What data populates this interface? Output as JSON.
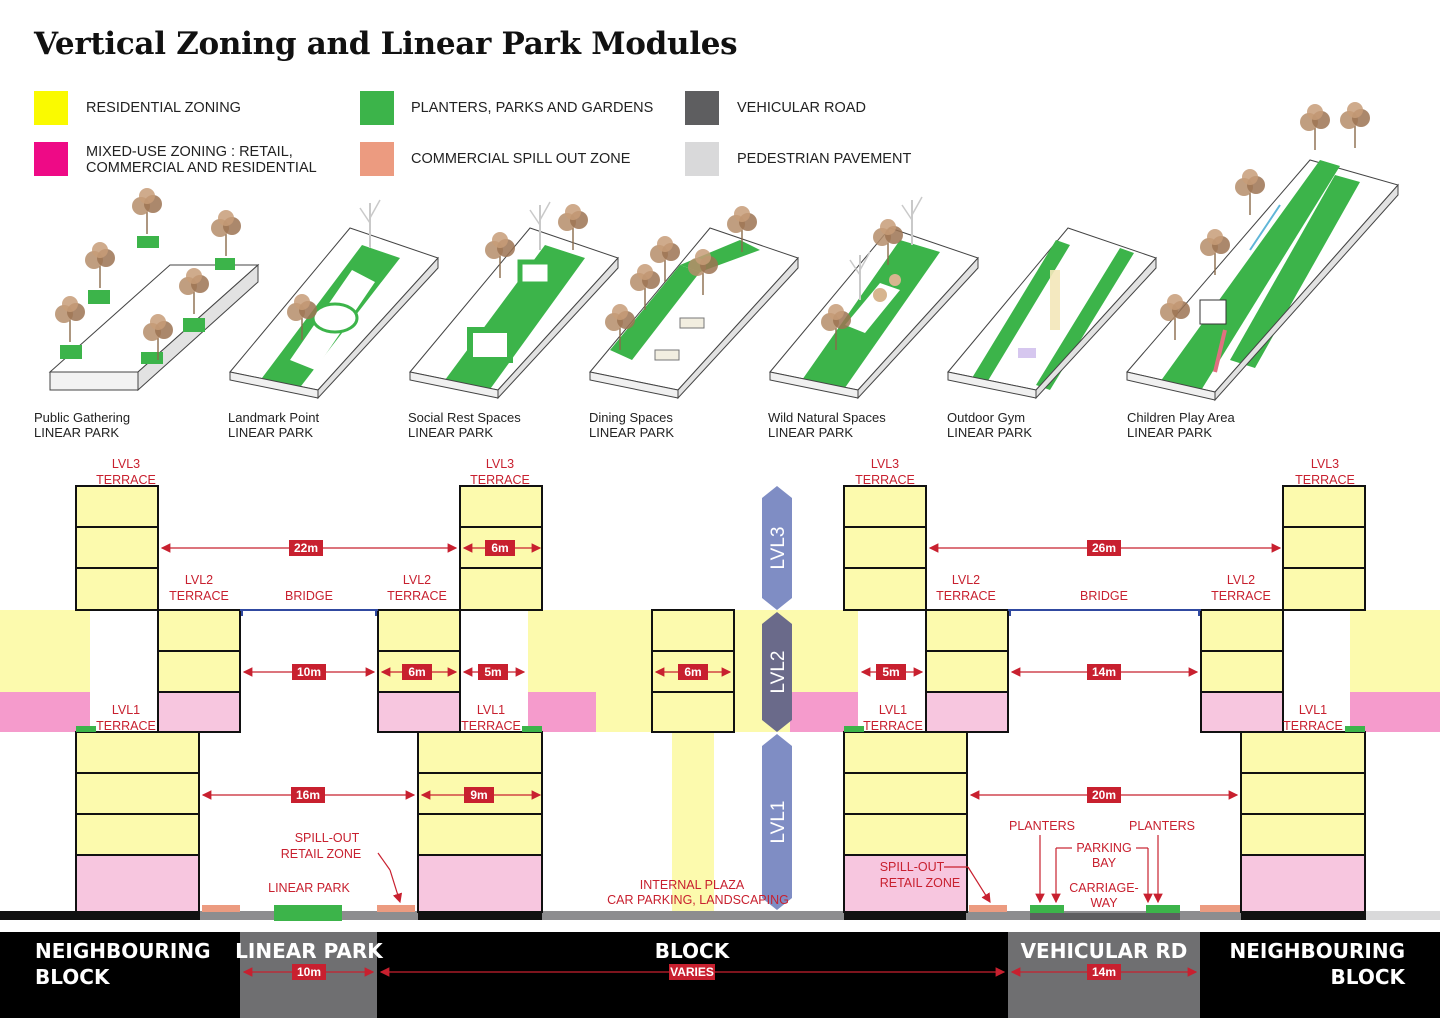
{
  "title": "Vertical Zoning and Linear Park Modules",
  "colors": {
    "residential": "#fafa00",
    "mixed_use": "#ee0a86",
    "planters": "#3cb44a",
    "spill_out": "#ec9b80",
    "road": "#5e5e60",
    "pavement": "#d9d9da",
    "residential_pale": "#fcfaad",
    "mixed_pale": "#f7c6df",
    "accent_red": "#c8202f",
    "level_blue": "#7f8dc4",
    "level_dark": "#6a6a8a"
  },
  "legend": [
    {
      "color": "#fafa00",
      "label": "RESIDENTIAL ZONING"
    },
    {
      "color": "#ee0a86",
      "label": "MIXED-USE ZONING : RETAIL,\nCOMMERCIAL AND RESIDENTIAL"
    },
    {
      "color": "#3cb44a",
      "label": "PLANTERS, PARKS AND GARDENS"
    },
    {
      "color": "#ec9b80",
      "label": "COMMERCIAL SPILL OUT ZONE"
    },
    {
      "color": "#5e5e60",
      "label": "VEHICULAR ROAD"
    },
    {
      "color": "#d9d9da",
      "label": "PEDESTRIAN PAVEMENT"
    }
  ],
  "modules": [
    {
      "name": "Public Gathering",
      "type": "LINEAR PARK"
    },
    {
      "name": "Landmark Point",
      "type": "LINEAR PARK"
    },
    {
      "name": "Social Rest Spaces",
      "type": "LINEAR PARK"
    },
    {
      "name": "Dining Spaces",
      "type": "LINEAR PARK"
    },
    {
      "name": "Wild Natural Spaces",
      "type": "LINEAR PARK"
    },
    {
      "name": "Outdoor Gym",
      "type": "LINEAR PARK"
    },
    {
      "name": "Children Play Area",
      "type": "LINEAR PARK"
    }
  ],
  "section": {
    "terrace_lvl3": "LVL3",
    "terrace_lvl2": "LVL2",
    "terrace_lvl1": "LVL1",
    "terrace_word": "TERRACE",
    "bridge": "BRIDGE",
    "dims": {
      "d22": "22m",
      "d6a": "6m",
      "d26": "26m",
      "d10": "10m",
      "d6b": "6m",
      "d5a": "5m",
      "d6c": "6m",
      "d5b": "5m",
      "d14": "14m",
      "d16": "16m",
      "d9": "9m",
      "d20": "20m"
    },
    "levels": [
      "LVL3",
      "LVL2",
      "LVL1"
    ],
    "spill_out": [
      "SPILL-OUT",
      "RETAIL ZONE"
    ],
    "linear_park": "LINEAR PARK",
    "internal_plaza": [
      "INTERNAL PLAZA",
      "CAR PARKING, LANDSCAPING"
    ],
    "planters": "PLANTERS",
    "parking_bay": [
      "PARKING",
      "BAY"
    ],
    "carriageway": [
      "CARRIAGE-",
      "WAY"
    ]
  },
  "bottom_bar": [
    {
      "label": "NEIGHBOURING\nBLOCK",
      "dim": ""
    },
    {
      "label": "LINEAR PARK",
      "dim": "10m"
    },
    {
      "label": "BLOCK",
      "dim": "VARIES"
    },
    {
      "label": "VEHICULAR RD",
      "dim": "14m"
    },
    {
      "label": "NEIGHBOURING\nBLOCK",
      "dim": ""
    }
  ]
}
